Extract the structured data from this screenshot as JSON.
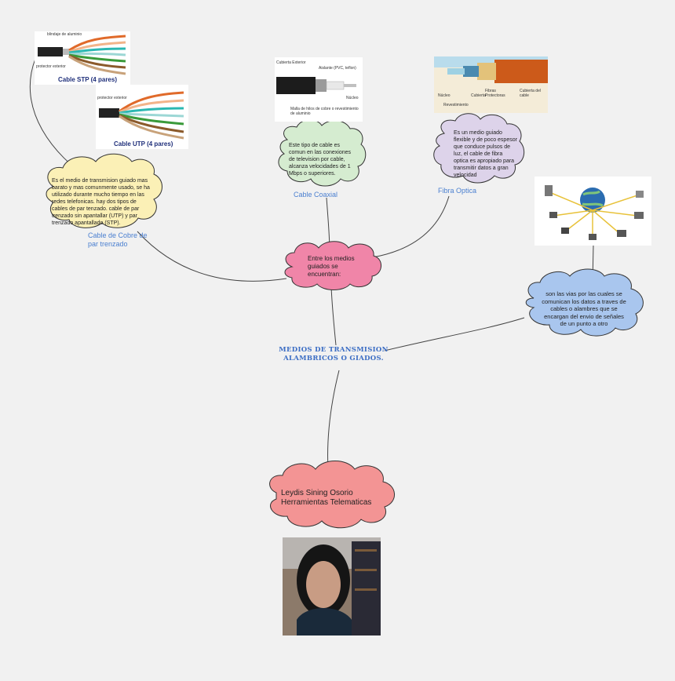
{
  "main_title_line1": "MEDIOS DE TRANSMISION",
  "main_title_line2": "ALAMBRICOS O GIADOS.",
  "center_node": "Entre los medios guiados se encuentran:",
  "definition_node": "son las vias por las cuales se comunican los datos a traves de cables o alambres que se encargan del envio de señales de un punto a otro",
  "author_node_line1": "Leydis Sining Osorio",
  "author_node_line2": "Herramientas Telematicas",
  "copper_node": "Es el medio de transmision guiado mas barato y mas comunmente usado, se ha utilizado durante mucho tiempo en las redes telefonicas. hay dos tipos de cables de par tenzado. cable de par trenzado sin apantallar (UTP) y par trenzado apantallado (STP).",
  "copper_label": "Cable de Cobre de par trenzado",
  "coax_node": "Este tipo de cable es comun en las conexiones de television por cable, alcanza velocidades de 1 Mbps o superiores.",
  "coax_label": "Cable Coaxial",
  "fiber_node": "Es un medio guiado flexible y de poco espesor que conduce pulsos de luz, el cable de fibra optica es apropiado para transmitir datos a gran velocidad",
  "fiber_label": "Fibra Optica",
  "stp_image": {
    "caption": "Cable STP (4 pares)",
    "label_top": "blindaje de aluminio",
    "label_bottom": "protector exterior"
  },
  "utp_image": {
    "caption": "Cable UTP (4 pares)",
    "label_top": "protector exterior"
  },
  "coax_image": {
    "label_1": "Cubierta Exterior",
    "label_2": "Aislante (PVC, teflon)",
    "label_3": "Núcleo",
    "label_4": "Malla de hilos de cobre o revestimiento de aluminio"
  },
  "fiber_image": {
    "label_1": "Núcleo",
    "label_2": "Revestimiento",
    "label_3": "Cubierta",
    "label_4": "Fibras Protectoras",
    "label_5": "Cubierta del cable"
  },
  "colors": {
    "background": "#f1f1f1",
    "cloud_pink": "#f085a8",
    "cloud_blue": "#a9c6ee",
    "cloud_salmon": "#f39494",
    "cloud_yellow": "#fbf0b6",
    "cloud_green": "#d5ecd0",
    "cloud_lavender": "#ddd3ea",
    "label_blue": "#4a7fd0"
  }
}
